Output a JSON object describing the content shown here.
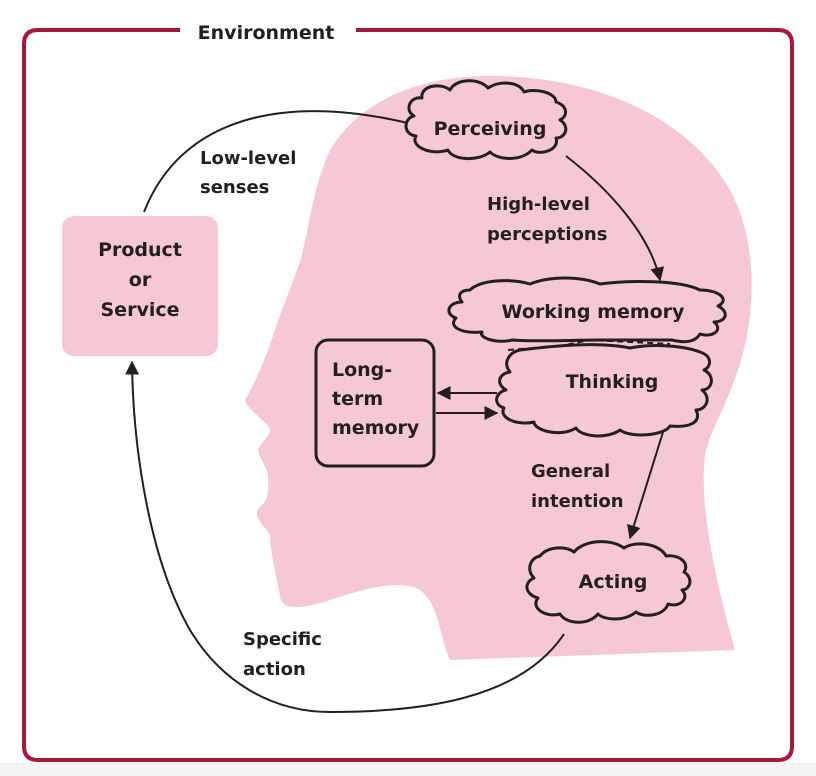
{
  "colors": {
    "frame": "#a8163c",
    "head_fill": "#f6c8d3",
    "stroke": "#231f20",
    "background": "#ffffff"
  },
  "environment": {
    "label": "Environment"
  },
  "product": {
    "lines": [
      "Product",
      "or",
      "Service"
    ]
  },
  "processes": {
    "perceiving": "Perceiving",
    "working_memory": "Working memory",
    "thinking": "Thinking",
    "acting": "Acting"
  },
  "long_term_memory": {
    "lines": [
      "Long-",
      "term",
      "memory"
    ]
  },
  "flows": {
    "low_level": [
      "Low-level",
      "senses"
    ],
    "high_level": [
      "High-level",
      "perceptions"
    ],
    "general_intention": [
      "General",
      "intention"
    ],
    "specific_action": [
      "Specific",
      "action"
    ]
  }
}
